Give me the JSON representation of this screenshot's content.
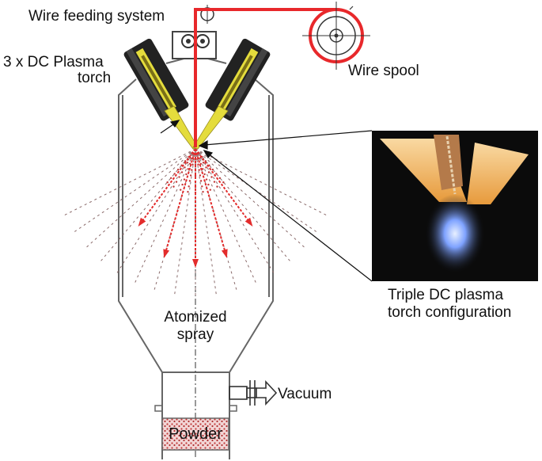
{
  "labels": {
    "wire_feeding_system": "Wire feeding system",
    "torch_line1": "3 x DC Plasma",
    "torch_line2": "torch",
    "wire_spool": "Wire spool",
    "photo_caption_line1": "Triple DC plasma",
    "photo_caption_line2": "torch configuration",
    "spray_line1": "Atomized",
    "spray_line2": "spray",
    "vacuum": "Vacuum",
    "powder": "Powder"
  },
  "colors": {
    "wire": "#e8282b",
    "torch_body": "#222222",
    "torch_jet": "#e4dc3c",
    "chamber_line": "#666666",
    "spray_arrow": "#e32c2c",
    "powder_dots": "#c23a3a",
    "photo_bg": "#0b0b0b",
    "photo_flame": "#f7c27a",
    "photo_plasma": "#7ea2ff"
  }
}
